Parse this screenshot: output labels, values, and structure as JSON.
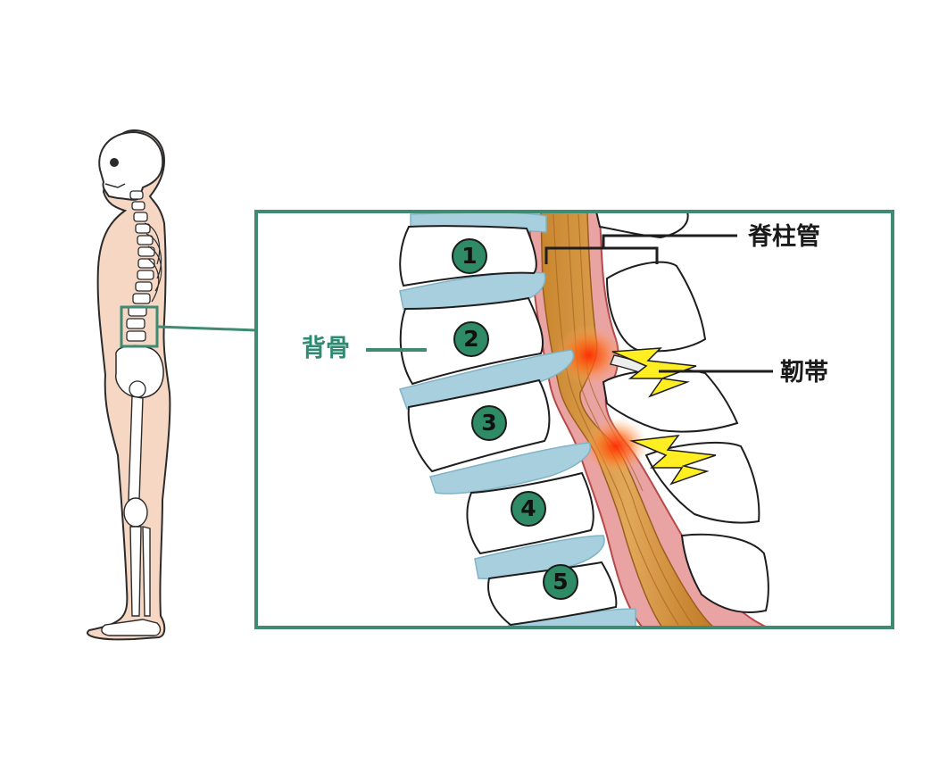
{
  "labels": {
    "canal": "脊柱管",
    "bone": "背骨",
    "ligament": "靭帯"
  },
  "vertebrae": [
    "1",
    "2",
    "3",
    "4",
    "5"
  ],
  "colors": {
    "frame": "#3e8a72",
    "disc": "#a8cfdd",
    "nerve": "#c98a35",
    "canal_wall": "#eaa0a0",
    "pain": "#ff4a1a",
    "lightning": "#ffee22",
    "skin": "#f6d7c4"
  }
}
